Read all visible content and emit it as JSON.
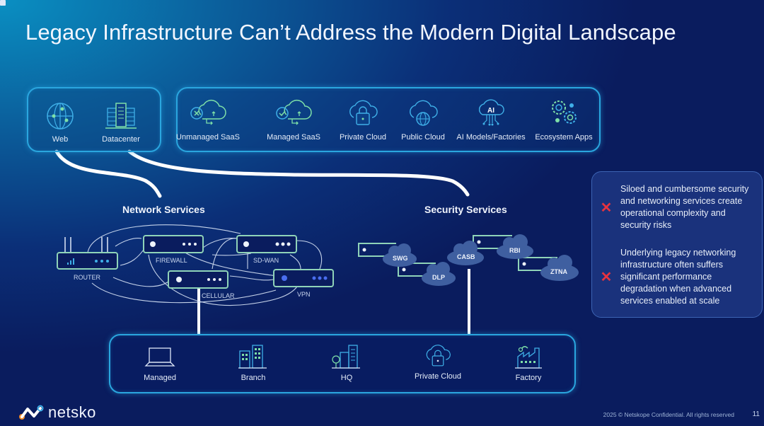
{
  "slide": {
    "title": "Legacy Infrastructure Can’t Address the Modern Digital Landscape",
    "page_number": "11",
    "copyright": "2025 © Netskope Confidential. All rights reserved",
    "logo_text": "netsko"
  },
  "top_left_group": {
    "items": [
      {
        "label": "Web",
        "icon": "globe-icon"
      },
      {
        "label": "Datacenter",
        "icon": "datacenter-icon"
      }
    ]
  },
  "top_right_group": {
    "items": [
      {
        "label": "Unmanaged SaaS",
        "icon": "cloud-x-icon"
      },
      {
        "label": "Managed SaaS",
        "icon": "cloud-check-icon"
      },
      {
        "label": "Private Cloud",
        "icon": "cloud-lock-icon"
      },
      {
        "label": "Public Cloud",
        "icon": "cloud-globe-icon"
      },
      {
        "label": "AI Models/Factories",
        "icon": "cloud-ai-icon"
      },
      {
        "label": "Ecosystem Apps",
        "icon": "gears-icon"
      }
    ]
  },
  "network_services": {
    "title": "Network Services",
    "devices": [
      {
        "label": "ROUTER"
      },
      {
        "label": "FIREWALL"
      },
      {
        "label": "SD-WAN"
      },
      {
        "label": "CELLULAR"
      },
      {
        "label": "VPN"
      }
    ]
  },
  "security_services": {
    "title": "Security Services",
    "clouds": [
      {
        "label": "SWG"
      },
      {
        "label": "DLP"
      },
      {
        "label": "CASB"
      },
      {
        "label": "RBI"
      },
      {
        "label": "ZTNA"
      }
    ]
  },
  "info_panel": {
    "points": [
      {
        "icon": "x-mark-icon",
        "mark": "✕",
        "text": "Siloed and cumbersome security and networking services create operational complexity and security risks"
      },
      {
        "icon": "x-mark-icon",
        "mark": "✕",
        "text": "Underlying legacy networking infrastructure often suffers significant performance degradation when advanced services enabled at scale"
      }
    ]
  },
  "bottom_group": {
    "items": [
      {
        "label": "Managed",
        "icon": "laptop-icon"
      },
      {
        "label": "Branch",
        "icon": "branch-building-icon"
      },
      {
        "label": "HQ",
        "icon": "hq-building-icon"
      },
      {
        "label": "Private Cloud",
        "icon": "cloud-lock-icon"
      },
      {
        "label": "Factory",
        "icon": "factory-icon"
      }
    ]
  },
  "colors": {
    "accent_green": "#7ee0a8",
    "accent_blue": "#2aa6df",
    "alert_red": "#e8333f",
    "background_dark": "#0a1c5e"
  }
}
